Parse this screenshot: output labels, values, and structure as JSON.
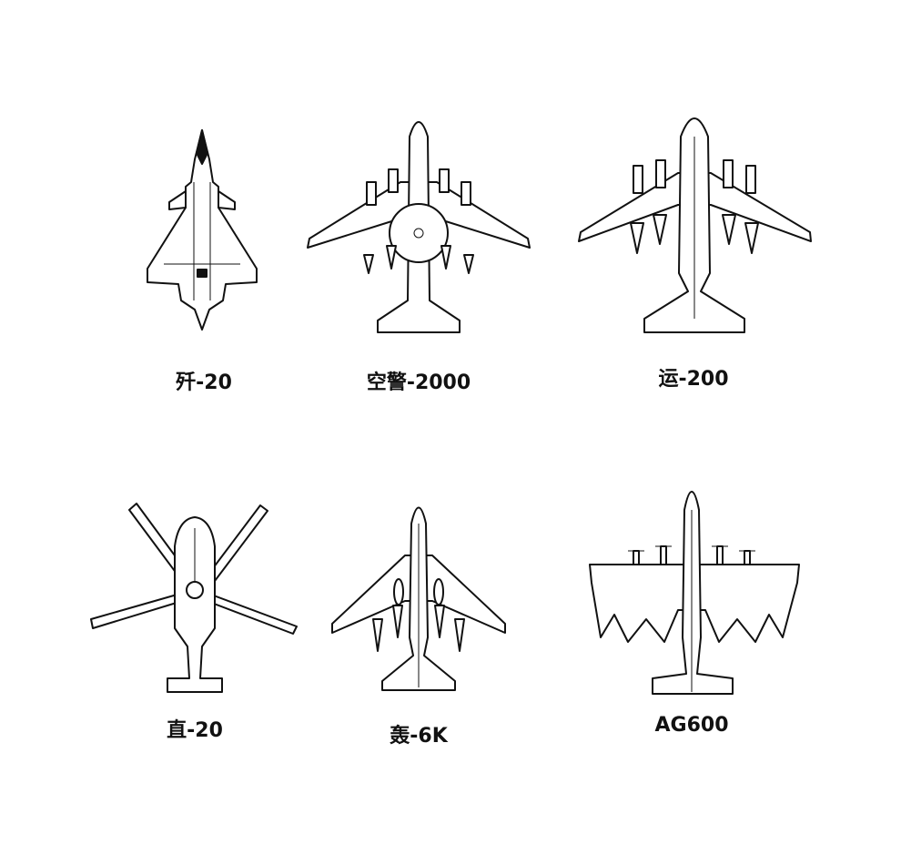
{
  "aircraft": [
    {
      "name": "歼-20"
    },
    {
      "name": "空警-2000"
    },
    {
      "name": "运-200"
    },
    {
      "name": "直-20"
    },
    {
      "name": "轰-6K"
    },
    {
      "name": "AG600"
    }
  ],
  "colors": {
    "line": "#111111",
    "background": "#ffffff"
  }
}
